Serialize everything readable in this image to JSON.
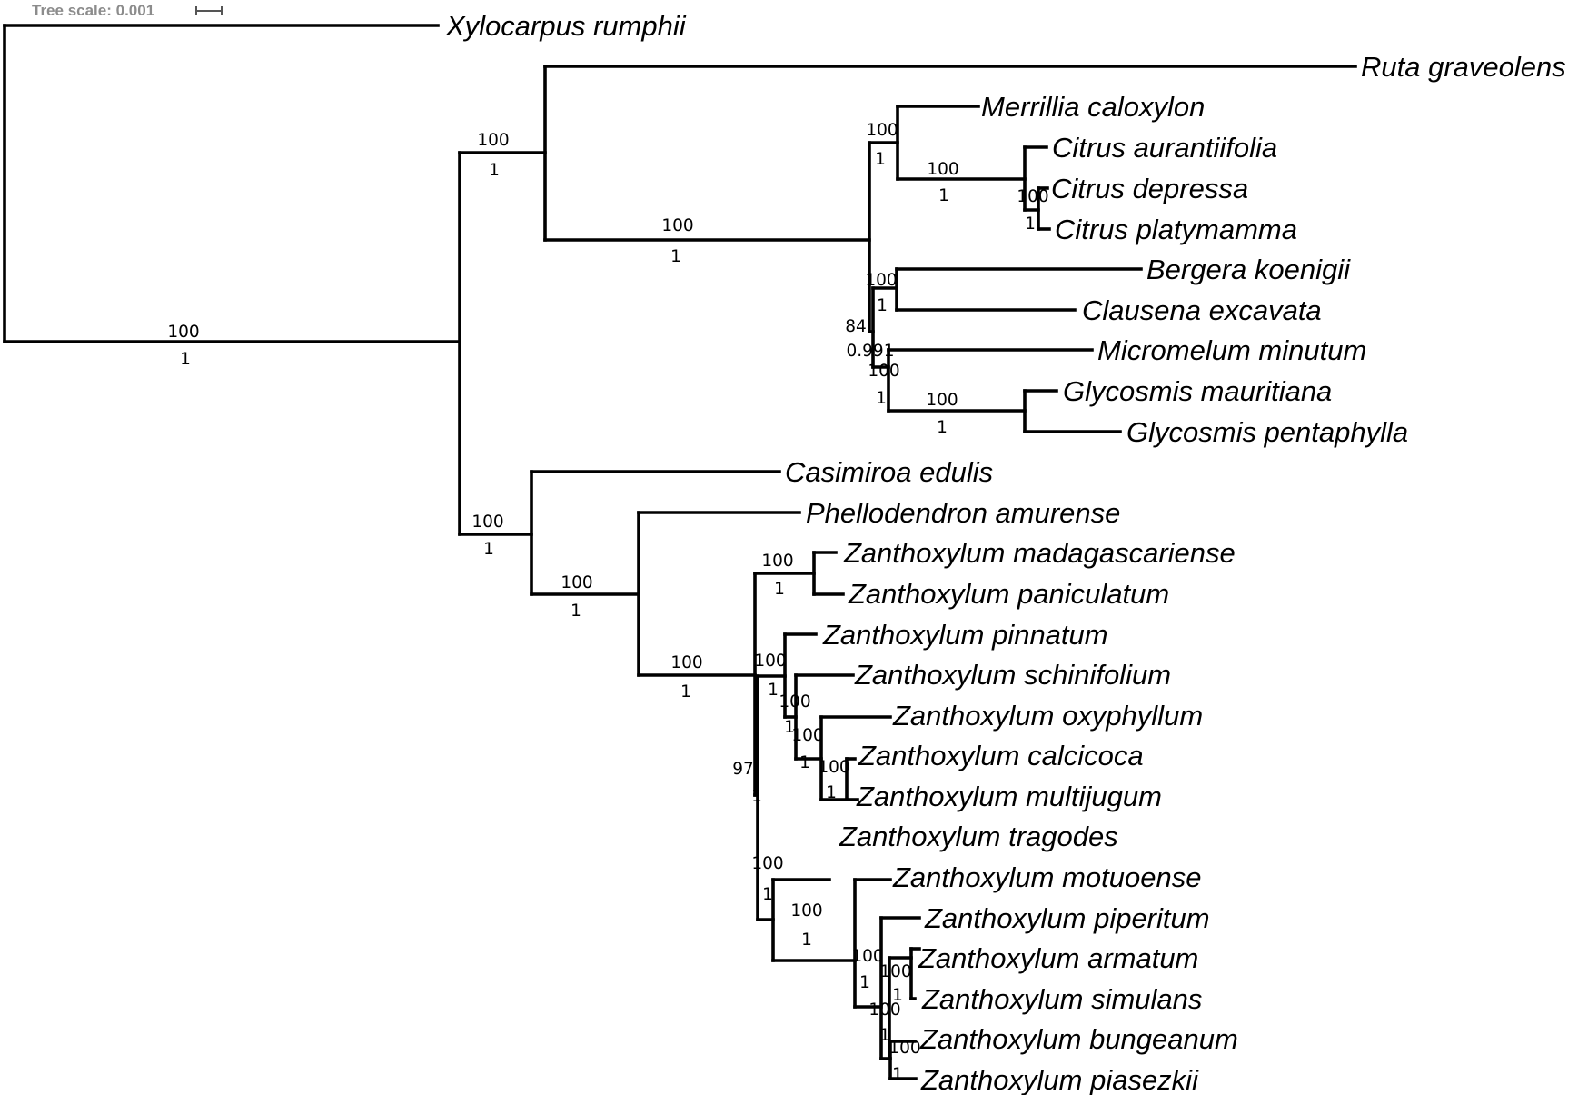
{
  "scale": {
    "label": "Tree scale: 0.001"
  },
  "taxa": [
    "Xylocarpus rumphii",
    "Ruta graveolens",
    "Merrillia caloxylon",
    "Citrus aurantiifolia",
    "Citrus depressa",
    "Citrus platymamma",
    "Bergera koenigii",
    "Clausena excavata",
    "Micromelum minutum",
    "Glycosmis mauritiana",
    "Glycosmis pentaphylla",
    "Casimiroa edulis",
    "Phellodendron amurense",
    "Zanthoxylum madagascariense",
    "Zanthoxylum paniculatum",
    "Zanthoxylum pinnatum",
    "Zanthoxylum schinifolium",
    "Zanthoxylum oxyphyllum",
    "Zanthoxylum calcicoca",
    "Zanthoxylum multijugum",
    "Zanthoxylum tragodes",
    "Zanthoxylum motuoense",
    "Zanthoxylum piperitum",
    "Zanthoxylum armatum",
    "Zanthoxylum simulans",
    "Zanthoxylum bungeanum",
    "Zanthoxylum piasezkii"
  ],
  "supports": [
    {
      "bootstrap": "100",
      "posterior": "1"
    },
    {
      "bootstrap": "100",
      "posterior": "1"
    },
    {
      "bootstrap": "100",
      "posterior": "1"
    },
    {
      "bootstrap": "100",
      "posterior": "1"
    },
    {
      "bootstrap": "100",
      "posterior": "1"
    },
    {
      "bootstrap": "100",
      "posterior": "1"
    },
    {
      "bootstrap": "100",
      "posterior": "1"
    },
    {
      "bootstrap": "84",
      "posterior": "0.991"
    },
    {
      "bootstrap": "100",
      "posterior": "1"
    },
    {
      "bootstrap": "100",
      "posterior": "1"
    },
    {
      "bootstrap": "100",
      "posterior": "1"
    },
    {
      "bootstrap": "100",
      "posterior": "1"
    },
    {
      "bootstrap": "100",
      "posterior": "1"
    },
    {
      "bootstrap": "100",
      "posterior": "1"
    },
    {
      "bootstrap": "97",
      "posterior": "1"
    },
    {
      "bootstrap": "100",
      "posterior": "1"
    },
    {
      "bootstrap": "100",
      "posterior": "1"
    },
    {
      "bootstrap": "100",
      "posterior": "1"
    },
    {
      "bootstrap": "100",
      "posterior": "1"
    },
    {
      "bootstrap": "100",
      "posterior": "1"
    },
    {
      "bootstrap": "100",
      "posterior": "1"
    },
    {
      "bootstrap": "100",
      "posterior": "1"
    },
    {
      "bootstrap": "100",
      "posterior": "1"
    },
    {
      "bootstrap": "100",
      "posterior": "1"
    },
    {
      "bootstrap": "100",
      "posterior": "1"
    }
  ]
}
